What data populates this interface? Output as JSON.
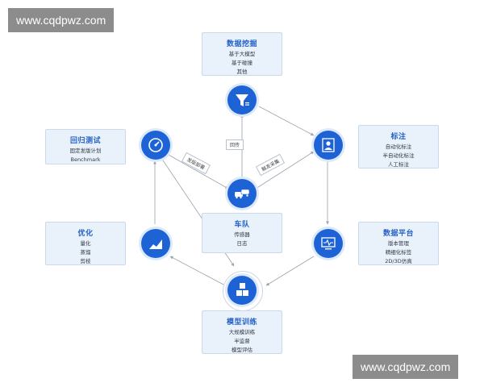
{
  "watermarks": {
    "top": "www.cqdpwz.com",
    "bottom": "www.cqdpwz.com"
  },
  "cards": {
    "data_mining": {
      "title": "数据挖掘",
      "lines": [
        "基于大模型",
        "基于碰撞",
        "其他"
      ]
    },
    "annotation": {
      "title": "标注",
      "lines": [
        "自动化标注",
        "半自动化标注",
        "人工标注"
      ]
    },
    "data_platform": {
      "title": "数据平台",
      "lines": [
        "版本管理",
        "精细化标签",
        "2D/3D仿真"
      ]
    },
    "model_training": {
      "title": "模型训练",
      "lines": [
        "大规模训练",
        "半监督",
        "模型评估"
      ]
    },
    "optimization": {
      "title": "优化",
      "lines": [
        "量化",
        "蒸馏",
        "剪枝"
      ]
    },
    "regression_test": {
      "title": "回归测试",
      "lines": [
        "固定发版计划",
        "Benchmark"
      ]
    },
    "fleet": {
      "title": "车队",
      "lines": [
        "传感器",
        "日志"
      ]
    }
  },
  "edge_labels": {
    "upload": "回传",
    "release_deploy": "发版部署",
    "trigger_collect": "触发采集"
  },
  "icons": {
    "mining": "funnel-icon",
    "annotation": "person-frame-icon",
    "platform": "monitor-icon",
    "training": "cubes-icon",
    "optimization": "chart-icon",
    "regression": "gauge-icon",
    "fleet": "cars-icon"
  },
  "colors": {
    "node": "#1e63d6",
    "card_bg": "#e9f1fb",
    "card_title": "#2563c7",
    "edge": "#9aa3ae"
  }
}
